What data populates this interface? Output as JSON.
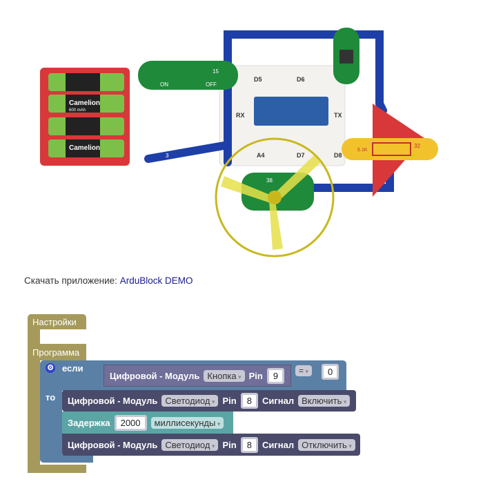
{
  "download": {
    "label": "Скачать приложение:",
    "link": "ArduBlock DEMO"
  },
  "photo": {
    "battery_brand": "Camelion",
    "battery_capacity": "600 mAh",
    "board_labels": [
      "D5",
      "D6",
      "RX",
      "TX",
      "A4",
      "D7",
      "D8"
    ],
    "switch": {
      "on": "ON",
      "off": "OFF",
      "number": "15"
    },
    "resistor": "5.1K",
    "resistor_number": "32",
    "motor_number": "38",
    "wire_number": "3"
  },
  "blocks": {
    "setup": "Настройки",
    "program": "Программа",
    "if": "если",
    "then": "то",
    "cond": {
      "prefix": "Цифровой - Модуль",
      "module": "Кнопка",
      "pin_label": "Pin",
      "pin": "9",
      "op": "=",
      "value": "0"
    },
    "stmt1": {
      "prefix": "Цифровой - Модуль",
      "module": "Светодиод",
      "pin_label": "Pin",
      "pin": "8",
      "signal_label": "Сигнал",
      "signal": "Включить"
    },
    "delay": {
      "label": "Задержка",
      "value": "2000",
      "unit": "миллисекунды"
    },
    "stmt2": {
      "prefix": "Цифровой - Модуль",
      "module": "Светодиод",
      "pin_label": "Pin",
      "pin": "8",
      "signal_label": "Сигнал",
      "signal": "Отключить"
    }
  }
}
